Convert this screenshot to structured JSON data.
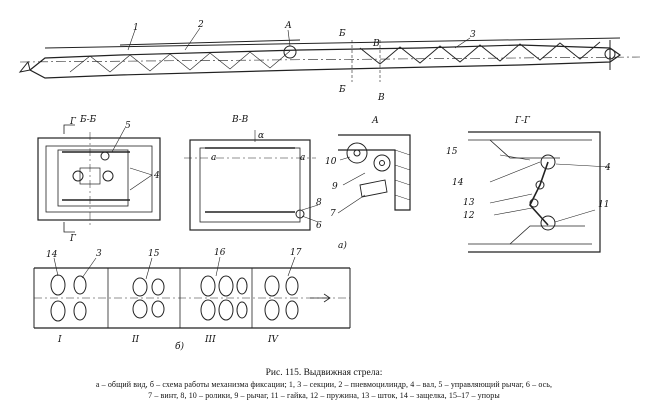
{
  "labels": {
    "view_A_top": "А",
    "B_B": "Б-Б",
    "V_V": "В-В",
    "A_detail": "А",
    "G_G": "Г-Г",
    "sec_B1": "Б",
    "sec_B2": "Б",
    "sec_V1": "В",
    "sec_V2": "В",
    "sec_G1": "Г",
    "sec_G2": "Г",
    "sub_a": "а)",
    "sub_b": "б)",
    "a1": "а",
    "a2": "а",
    "alpha": "α",
    "n1": "1",
    "n2": "2",
    "n3": "3",
    "n5": "5",
    "n4a": "4",
    "n10": "10",
    "n9": "9",
    "n7": "7",
    "n8": "8",
    "n6": "6",
    "n15a": "15",
    "n14a": "14",
    "n4b": "4",
    "n13": "13",
    "n12": "12",
    "n11": "11",
    "n14b": "14",
    "n3b": "3",
    "n15b": "15",
    "n16": "16",
    "n17": "17",
    "r1": "I",
    "r2": "II",
    "r3": "III",
    "r4": "IV"
  },
  "caption": {
    "title": "Рис. 115. Выдвижная стрела:",
    "line1": "а – общий вид, б – схема работы механизма фиксации; 1, 3 – секции, 2 – пневмоцилиндр, 4 – вал, 5 – управляющий рычаг, 6 – ось,",
    "line2": "7 – винт, 8, 10 – ролики, 9 – рычаг, 11 – гайка, 12 – пружина, 13 – шток, 14 – защелка, 15–17 – упоры"
  }
}
